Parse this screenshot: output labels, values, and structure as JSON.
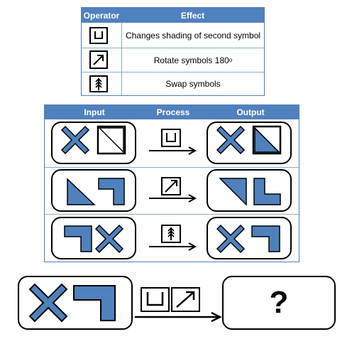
{
  "operator_table": {
    "headers": [
      "Operator",
      "Effect"
    ],
    "rows": [
      {
        "operator_icon": "cup-icon",
        "effect": "Changes shading of second symbol"
      },
      {
        "operator_icon": "arrow-up-right-icon",
        "effect": "Rotate symbols 180",
        "effect_suffix": "o"
      },
      {
        "operator_icon": "tree-icon",
        "effect": "Swap symbols"
      }
    ]
  },
  "example_table": {
    "headers": [
      "Input",
      "Process",
      "Output"
    ],
    "rows": [
      {
        "input": [
          "x-shape",
          "triangle-outline"
        ],
        "process": "cup-icon",
        "output": [
          "x-shape",
          "triangle-filled"
        ]
      },
      {
        "input": [
          "triangle-filled",
          "corner-shape"
        ],
        "process": "arrow-up-right-icon",
        "output": [
          "triangle-filled-rotated",
          "corner-shape-rotated"
        ]
      },
      {
        "input": [
          "corner-shape",
          "x-shape"
        ],
        "process": "tree-icon",
        "output": [
          "x-shape",
          "corner-shape"
        ]
      }
    ]
  },
  "question": {
    "input": [
      "x-shape",
      "corner-shape"
    ],
    "process": [
      "cup-icon",
      "arrow-up-right-icon"
    ],
    "answer": "?"
  },
  "colors": {
    "header_bg": "#4f81bd",
    "shape_fill": "#4f81bd",
    "grid_line": "#8eaad1"
  }
}
